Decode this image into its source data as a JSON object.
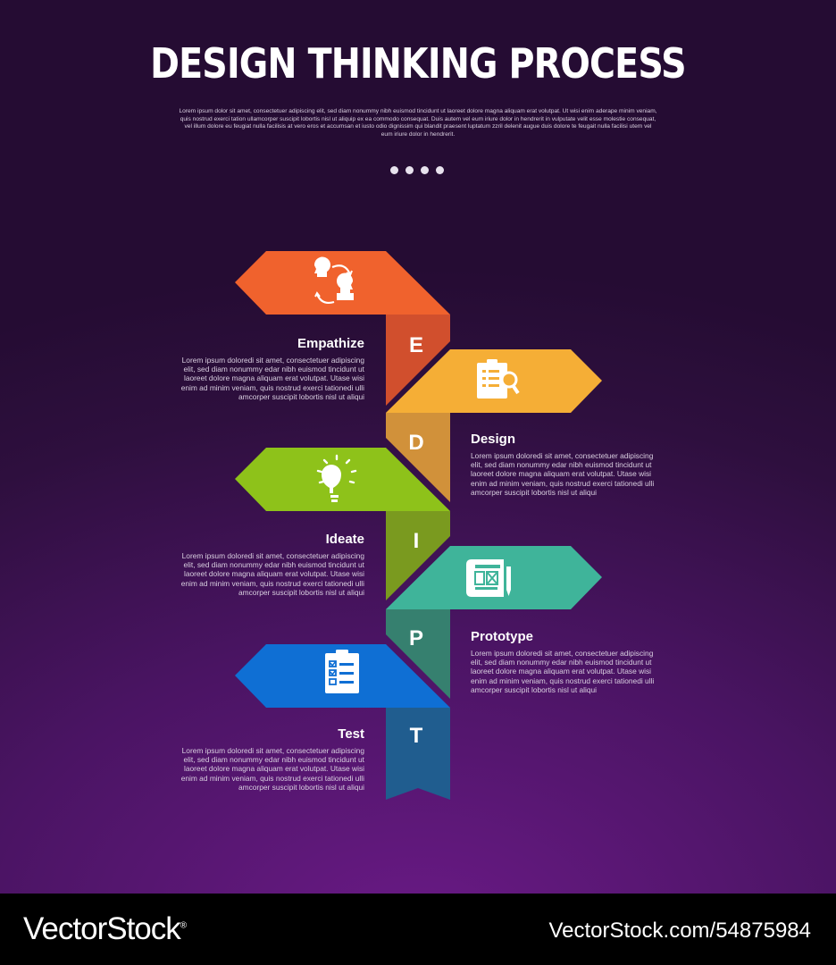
{
  "header": {
    "title": "DESIGN THINKING PROCESS",
    "intro": "Lorem ipsum dolor sit amet, consectetuer adipiscing elit, sed diam nonummy nibh euismod tincidunt ut laoreet dolore magna aliquam erat volutpat. Ut wisi enim aderape minim veniam, quis nostrud exerci tation ullamcorper suscipit lobortis nisl ut aliquip ex ea commodo consequat. Duis autem vel eum iriure dolor in hendrerit in vulputate velit esse molestie consequat, vel illum dolore eu feugiat nulla facilisis at vero eros et accumsan et iusto odio dignissim qui blandit praesent luptatum zzril delenit augue duis dolore te feugait nulla facilisi utem vel eum iriure dolor in hendrerit."
  },
  "steps": [
    {
      "letter": "E",
      "title": "Empathize",
      "icon": "two-heads-exchange-icon",
      "side": "left",
      "color": "#f0622d",
      "stem_color": "#d14f2d",
      "body": "Lorem ipsum doloredi sit amet, consectetuer adipiscing elit, sed diam nonummy edar nibh euismod tincidunt ut laoreet dolore magna aliquam erat volutpat. Utase wisi enim ad minim veniam, quis nostrud exerci tationedi ulli amcorper suscipit lobortis nisl ut aliqui"
    },
    {
      "letter": "D",
      "title": "Design",
      "icon": "clipboard-magnifier-icon",
      "side": "right",
      "color": "#f5ae36",
      "stem_color": "#d1913a",
      "body": "Lorem ipsum doloredi sit amet, consectetuer adipiscing elit, sed diam nonummy edar nibh euismod tincidunt ut laoreet dolore magna aliquam erat volutpat. Utase wisi enim ad minim veniam, quis nostrud exerci tationedi ulli amcorper suscipit lobortis nisl ut aliqui"
    },
    {
      "letter": "I",
      "title": "Ideate",
      "icon": "lightbulb-icon",
      "side": "left",
      "color": "#8ec21a",
      "stem_color": "#7a9a1f",
      "body": "Lorem ipsum doloredi sit amet, consectetuer adipiscing elit, sed diam nonummy edar nibh euismod tincidunt ut laoreet dolore magna aliquam erat volutpat. Utase wisi enim ad minim veniam, quis nostrud exerci tationedi ulli amcorper suscipit lobortis nisl ut aliqui"
    },
    {
      "letter": "P",
      "title": "Prototype",
      "icon": "blueprint-pencil-icon",
      "side": "right",
      "color": "#3fb49a",
      "stem_color": "#36806f",
      "body": "Lorem ipsum doloredi sit amet, consectetuer adipiscing elit, sed diam nonummy edar nibh euismod tincidunt ut laoreet dolore magna aliquam erat volutpat. Utase wisi enim ad minim veniam, quis nostrud exerci tationedi ulli amcorper suscipit lobortis nisl ut aliqui"
    },
    {
      "letter": "T",
      "title": "Test",
      "icon": "checklist-clipboard-icon",
      "side": "left",
      "color": "#0f6fd4",
      "stem_color": "#205d8f",
      "body": "Lorem ipsum doloredi sit amet, consectetuer adipiscing elit, sed diam nonummy edar nibh euismod tincidunt ut laoreet dolore magna aliquam erat volutpat. Utase wisi enim ad minim veniam, quis nostrud exerci tationedi ulli amcorper suscipit lobortis nisl ut aliqui"
    }
  ],
  "footer": {
    "brand": "VectorStock",
    "brand_mark": "®",
    "stock_id": "VectorStock.com/54875984"
  }
}
